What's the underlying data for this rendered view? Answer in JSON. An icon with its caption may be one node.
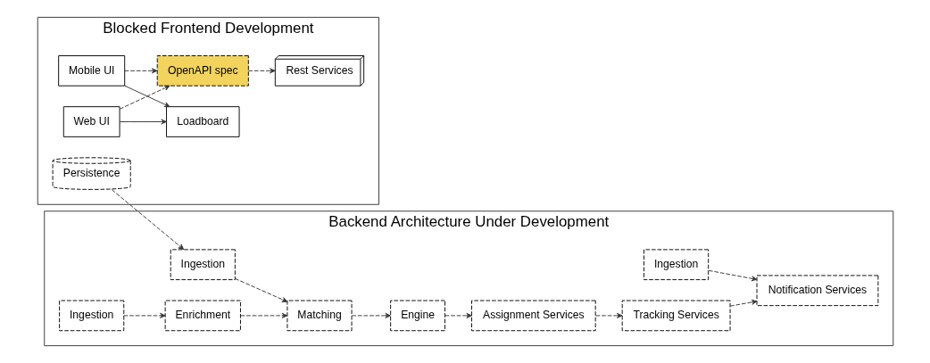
{
  "diagram": {
    "nodes": [
      {
        "text": [
          "Blocked Frontend Development"
        ]
      },
      {
        "text": [
          "Mobile UI"
        ],
        "in": 0
      },
      {
        "text": [
          "Loadboard"
        ],
        "in": 0
      },
      {
        "text": [
          "OpenAPI spec"
        ],
        "in": 0
      },
      {
        "text": [
          "Rest Services"
        ],
        "in": 0
      },
      {
        "text": [
          "Web UI"
        ],
        "in": 0
      },
      {
        "text": [
          "Persistence"
        ],
        "in": 0
      },
      {
        "text": [
          "Backend Architecture Under Development"
        ]
      },
      {
        "text": [
          "Ingestion"
        ],
        "in": 7
      },
      {
        "text": [
          "Ingestion"
        ],
        "in": 7
      },
      {
        "text": [
          "Enrichment"
        ],
        "in": 7
      },
      {
        "text": [
          "Matching"
        ],
        "in": 7
      },
      {
        "text": [
          "Assignment Services"
        ],
        "in": 7
      },
      {
        "text": [
          "Notification Services"
        ],
        "in": 7
      },
      {
        "text": [
          "Ingestion"
        ],
        "in": 7
      },
      {
        "text": [
          "Engine"
        ],
        "in": 7
      },
      {
        "text": [
          "Tracking Services"
        ],
        "in": 7
      }
    ],
    "edges": [
      {
        "from": 1,
        "to": 2,
        "arrow": "to"
      },
      {
        "from": 5,
        "to": 2,
        "arrow": "to"
      },
      {
        "from": 1,
        "to": 3,
        "arrow": "to",
        "style": "dashed"
      },
      {
        "from": 5,
        "to": 3,
        "arrow": "to",
        "style": "dashed"
      },
      {
        "from": 3,
        "to": 4,
        "arrow": "to",
        "style": "dashed"
      },
      {
        "from": 6,
        "to": 14,
        "arrow": "to",
        "style": "dashed"
      },
      {
        "from": 8,
        "to": 10,
        "arrow": "to",
        "style": "dashed"
      },
      {
        "from": 10,
        "to": 11,
        "arrow": "to",
        "style": "dashed"
      },
      {
        "from": 14,
        "to": 11,
        "arrow": "to",
        "style": "dashed"
      },
      {
        "from": 11,
        "to": 15,
        "arrow": "to",
        "style": "dashed"
      },
      {
        "from": 15,
        "to": 12,
        "arrow": "to",
        "style": "dashed"
      },
      {
        "from": 12,
        "to": 16,
        "arrow": "to",
        "style": "dashed"
      },
      {
        "from": 16,
        "to": 13,
        "arrow": "to",
        "style": "dashed"
      },
      {
        "from": 9,
        "to": 13,
        "arrow": "to",
        "style": "dashed"
      }
    ]
  }
}
